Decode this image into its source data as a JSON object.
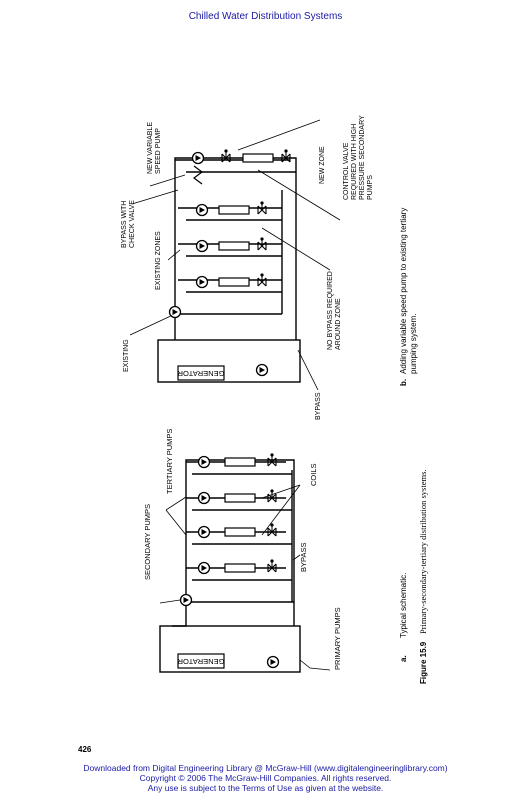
{
  "header": {
    "title": "Chilled Water Distribution Systems"
  },
  "figure": {
    "label": "Figure 15.9",
    "caption": "Primary-secondary-tertiary distribution systems.",
    "panel_a": {
      "letter": "a.",
      "caption": "Typical schematic.",
      "generator": "GENERATOR",
      "labels": {
        "secondary_pumps": "SECONDARY PUMPS",
        "tertiary_pumps": "TERTIARY PUMPS",
        "coils": "COILS",
        "bypass": "BYPASS",
        "primary_pumps": "PRIMARY PUMPS"
      }
    },
    "panel_b": {
      "letter": "b.",
      "caption_line1": "Adding variable speed pump to existing tertiary",
      "caption_line2": "pumping system.",
      "generator": "GENERATOR",
      "labels": {
        "new_pump_1": "NEW VARIABLE",
        "new_pump_2": "SPEED PUMP",
        "bypass_check_1": "BYPASS WITH",
        "bypass_check_2": "CHECK VALVE",
        "existing_zones": "EXISTING ZONES",
        "existing": "EXISTING",
        "new_zone": "NEW ZONE",
        "control_valve_1": "CONTROL VALVE",
        "control_valve_2": "REQUIRED WITH HIGH",
        "control_valve_3": "PRESSURE SECONDARY",
        "control_valve_4": "PUMPS",
        "no_bypass_1": "NO BYPASS REQUIRED",
        "no_bypass_2": "AROUND ZONE",
        "bypass": "BYPASS"
      }
    }
  },
  "page": {
    "number": "426"
  },
  "footer": {
    "line1": "Downloaded from Digital Engineering Library @ McGraw-Hill (www.digitalengineeringlibrary.com)",
    "line2": "Copyright © 2006 The McGraw-Hill Companies. All rights reserved.",
    "line3": "Any use is subject to the Terms of Use as given at the website."
  }
}
